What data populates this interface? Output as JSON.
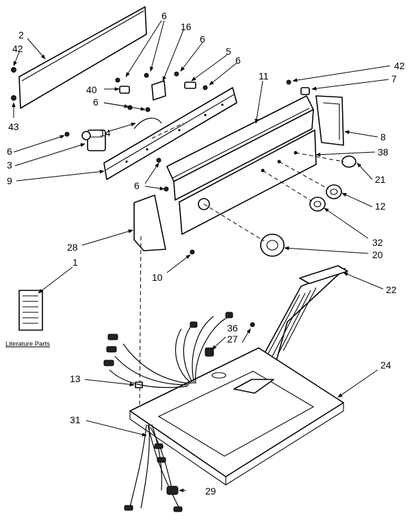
{
  "labels": {
    "p2": "2",
    "p42a": "42",
    "p43": "43",
    "p6a": "6",
    "p16": "16",
    "p6b": "6",
    "p5": "5",
    "p6c": "6",
    "p40": "40",
    "p6d": "6",
    "p14": "14",
    "p11": "11",
    "p42b": "42",
    "p7": "7",
    "p8": "8",
    "p6e": "6",
    "p3": "3",
    "p9": "9",
    "p38": "38",
    "p21": "21",
    "p6f": "6",
    "p12": "12",
    "p28": "28",
    "p32": "32",
    "p20": "20",
    "p1": "1",
    "p10": "10",
    "p22": "22",
    "p36": "36",
    "p27": "27",
    "p24": "24",
    "p13": "13",
    "p31": "31",
    "p29": "29"
  },
  "literature_parts": "Literature Parts"
}
